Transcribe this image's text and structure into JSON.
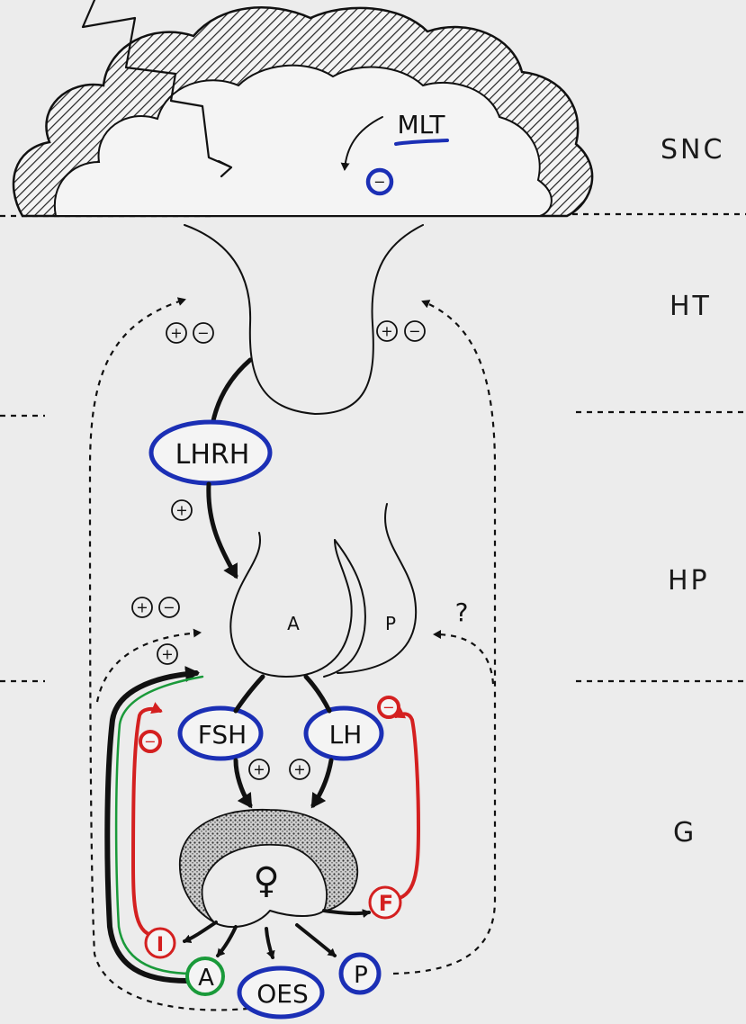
{
  "zones": {
    "snc": "SNC",
    "ht": "HT",
    "hp": "HP",
    "g": "G"
  },
  "labels": {
    "mlt": "MLT",
    "lhrh": "LHRH",
    "fsh": "FSH",
    "lh": "LH",
    "anterior": "A",
    "posterior": "P",
    "question": "?",
    "female_symbol": "♀",
    "inhibin": "I",
    "f": "F",
    "androgens": "A",
    "oestrogens": "OES",
    "progesterone": "P"
  },
  "signs": {
    "plus": "+",
    "minus": "−"
  },
  "colors": {
    "background": "#ececec",
    "ink": "#111111",
    "blue": "#1b2fb5",
    "red": "#d42020",
    "green": "#1a9a3a",
    "hatch": "#222222"
  }
}
